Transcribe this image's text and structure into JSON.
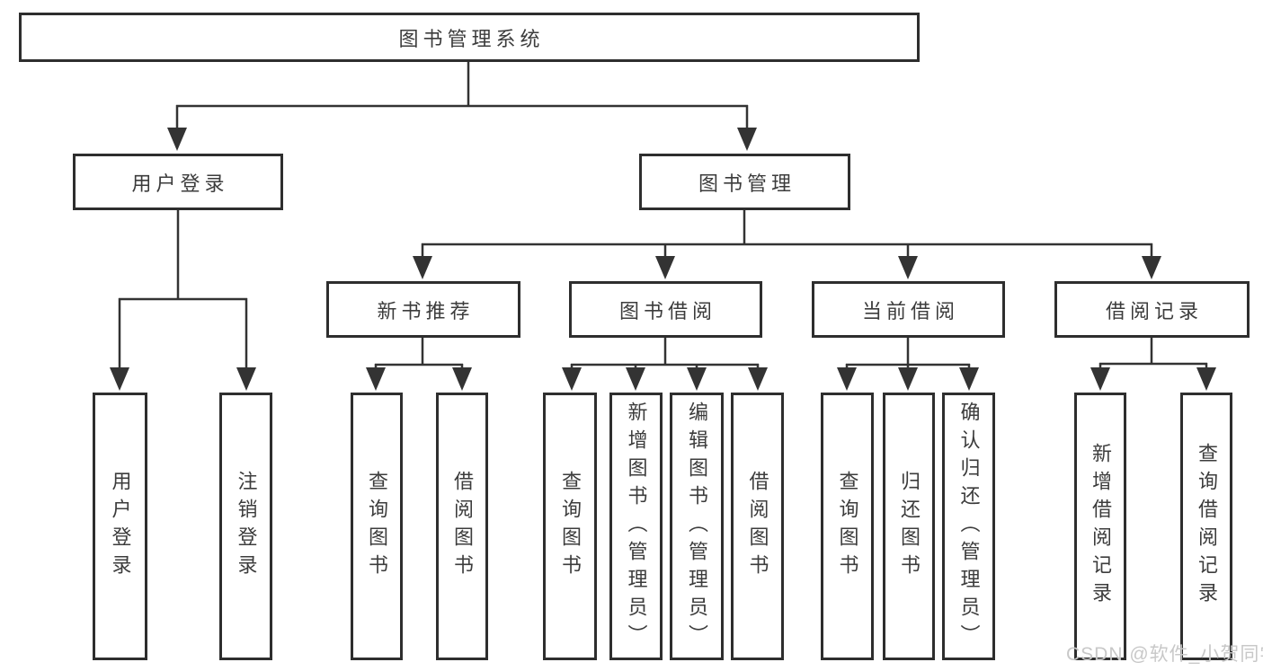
{
  "tree": {
    "label": "图书管理系统",
    "children": [
      {
        "label": "用户登录",
        "children": [
          {
            "label": "用户登录"
          },
          {
            "label": "注销登录"
          }
        ]
      },
      {
        "label": "图书管理",
        "children": [
          {
            "label": "新书推荐",
            "children": [
              {
                "label": "查询图书"
              },
              {
                "label": "借阅图书"
              }
            ]
          },
          {
            "label": "图书借阅",
            "children": [
              {
                "label": "查询图书"
              },
              {
                "label": "新增图书（管理员）"
              },
              {
                "label": "编辑图书（管理员）"
              },
              {
                "label": "借阅图书"
              }
            ]
          },
          {
            "label": "当前借阅",
            "children": [
              {
                "label": "查询图书"
              },
              {
                "label": "归还图书"
              },
              {
                "label": "确认归还（管理员）"
              }
            ]
          },
          {
            "label": "借阅记录",
            "children": [
              {
                "label": "新增借阅记录"
              },
              {
                "label": "查询借阅记录"
              }
            ]
          }
        ]
      }
    ]
  },
  "watermark": {
    "text": "CSDN @软件_小贺同学"
  },
  "colors": {
    "background": "#ffffff",
    "box_border": "#2e2e2e",
    "connector_line": "#333333",
    "text": "#3c3c3c",
    "watermark_text": "#c8c8c8"
  }
}
